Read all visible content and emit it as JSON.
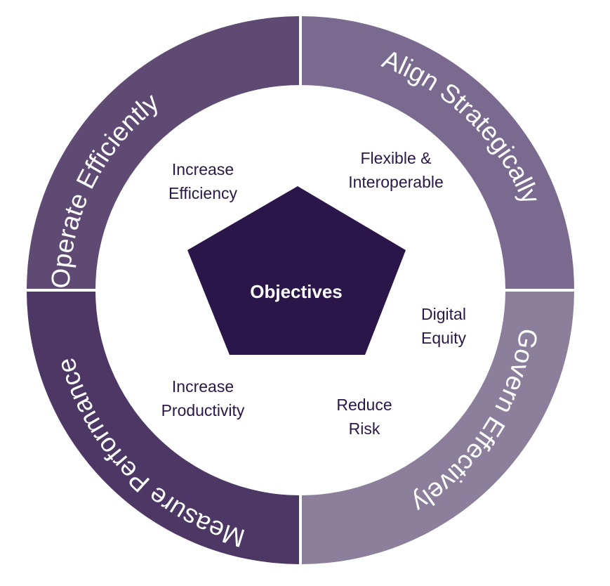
{
  "center": {
    "label": "Objectives",
    "color": "#2b1649"
  },
  "quadrants": [
    {
      "id": "top-left",
      "label": "Operate Efficiently",
      "color": "#5f4a73"
    },
    {
      "id": "top-right",
      "label": "Align Strategically",
      "color": "#7a6a8f"
    },
    {
      "id": "bottom-right",
      "label": "Govern Effectively",
      "color": "#8b7f9c"
    },
    {
      "id": "bottom-left",
      "label": "Measure Performance",
      "color": "#4d3764"
    }
  ],
  "objectives": [
    {
      "line1": "Increase",
      "line2": "Efficiency"
    },
    {
      "line1": "Flexible &",
      "line2": "Interoperable"
    },
    {
      "line1": "Digital",
      "line2": "Equity"
    },
    {
      "line1": "Reduce",
      "line2": "Risk"
    },
    {
      "line1": "Increase",
      "line2": "Productivity"
    }
  ]
}
